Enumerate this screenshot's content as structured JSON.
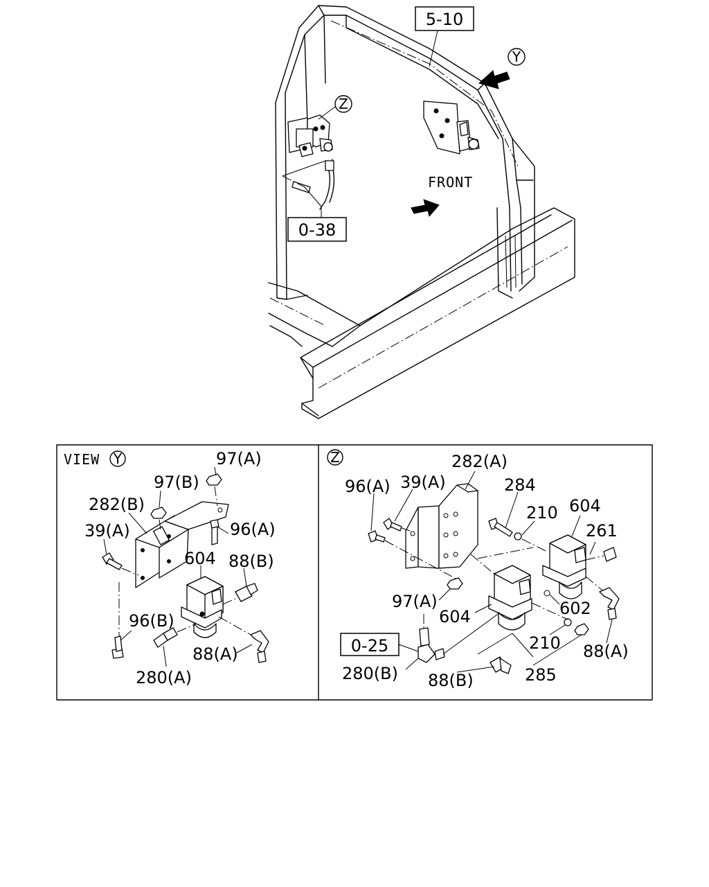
{
  "top_view": {
    "ref_box_top": "5-10",
    "ref_box_hose": "0-38",
    "front_label": "FRONT",
    "view_y_marker": "Y",
    "view_z_marker": "Z"
  },
  "panel_view_y": {
    "title": "VIEW",
    "marker": "Y",
    "labels": {
      "p97a": "97(A)",
      "p97b": "97(B)",
      "p282b": "282(B)",
      "p39a": "39(A)",
      "p96a": "96(A)",
      "p604": "604",
      "p88b": "88(B)",
      "p96b": "96(B)",
      "p88a": "88(A)",
      "p280a": "280(A)"
    }
  },
  "panel_view_z": {
    "marker": "Z",
    "ref_box": "0-25",
    "labels": {
      "p282a": "282(A)",
      "p96a": "96(A)",
      "p39a": "39(A)",
      "p284": "284",
      "p210a": "210",
      "p604a": "604",
      "p261": "261",
      "p97a": "97(A)",
      "p604b": "604",
      "p602": "602",
      "p210b": "210",
      "p88a": "88(A)",
      "p280b": "280(B)",
      "p88b": "88(B)",
      "p285": "285"
    }
  }
}
